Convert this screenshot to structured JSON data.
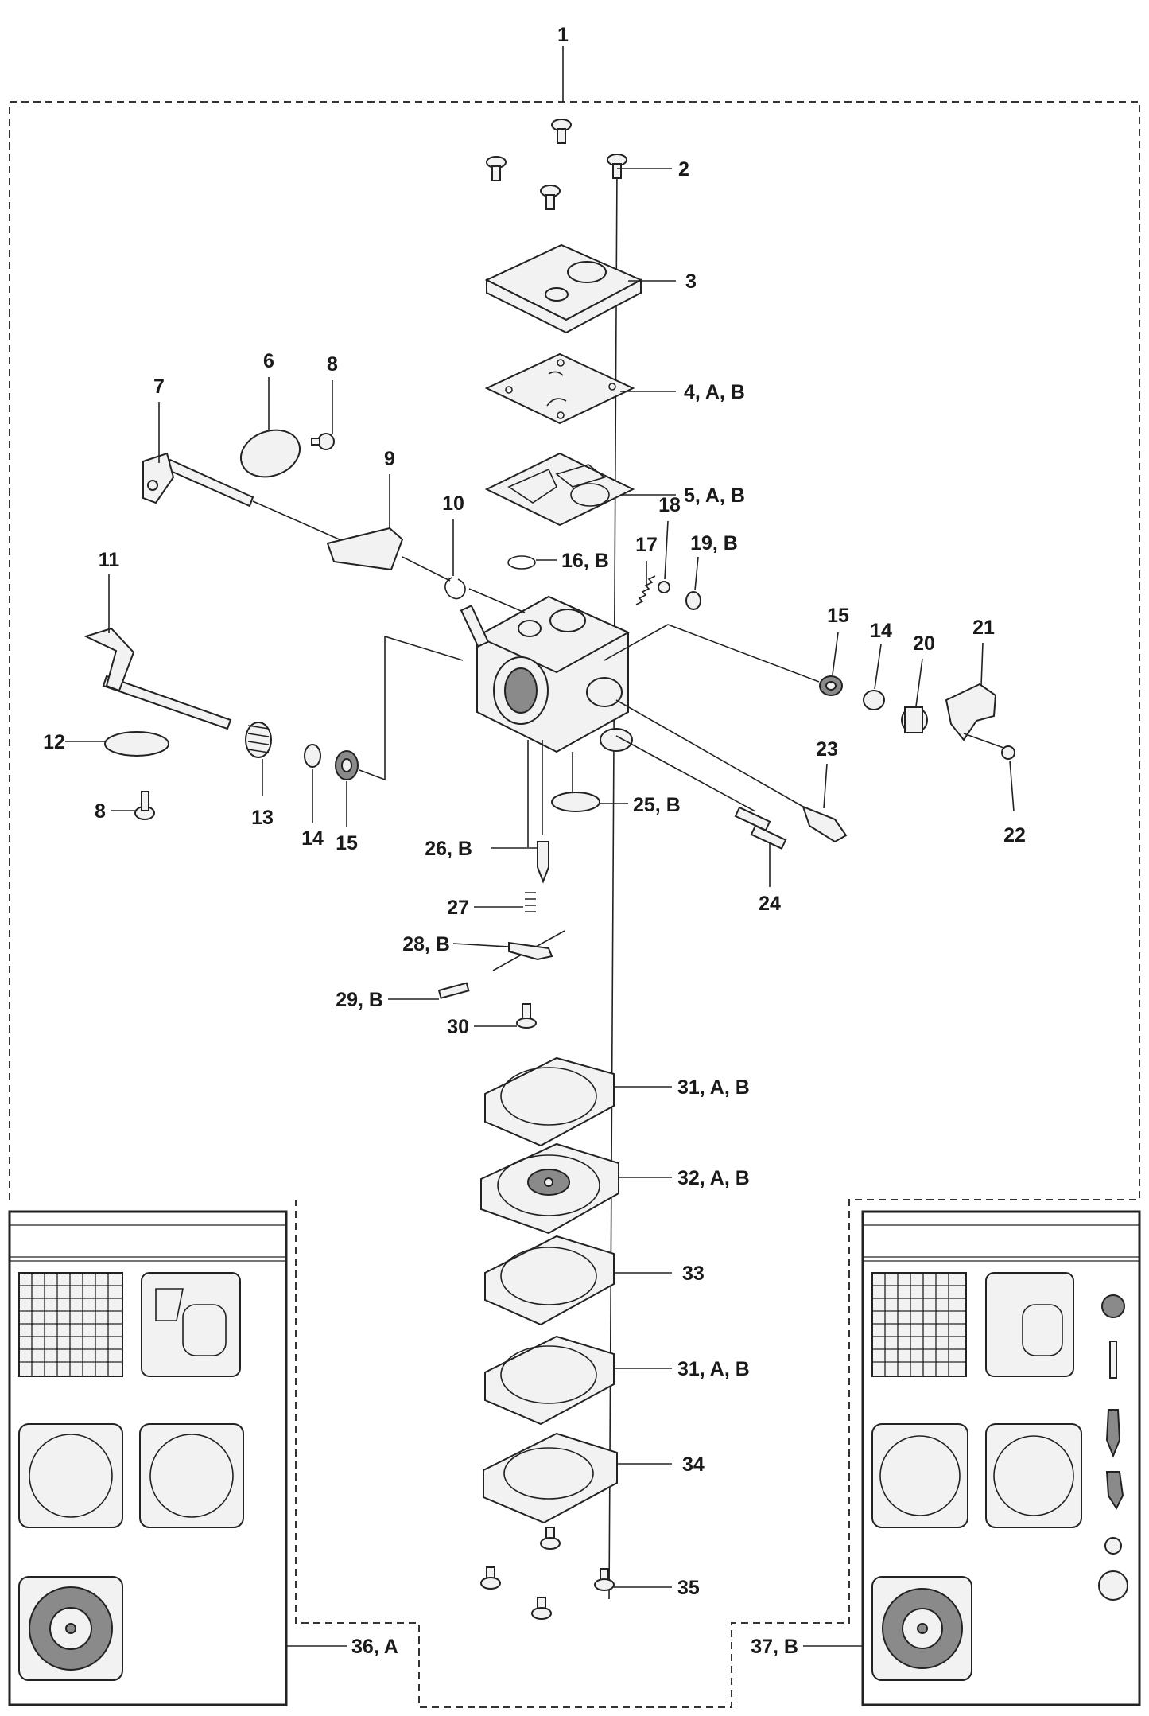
{
  "labels": {
    "l1": "1",
    "l2": "2",
    "l3": "3",
    "l4": "4, A, B",
    "l5": "5, A, B",
    "l6": "6",
    "l7": "7",
    "l8a": "8",
    "l8b": "8",
    "l9": "9",
    "l10": "10",
    "l11": "11",
    "l12": "12",
    "l13": "13",
    "l14a": "14",
    "l14b": "14",
    "l15a": "15",
    "l15b": "15",
    "l16": "16, B",
    "l17": "17",
    "l18": "18",
    "l19": "19, B",
    "l20": "20",
    "l21": "21",
    "l22": "22",
    "l23": "23",
    "l24": "24",
    "l25": "25, B",
    "l26": "26, B",
    "l27": "27",
    "l28": "28, B",
    "l29": "29, B",
    "l30": "30",
    "l31a": "31, A, B",
    "l31b": "31, A, B",
    "l32": "32, A, B",
    "l33": "33",
    "l34": "34",
    "l35": "35",
    "l36": "36, A",
    "l37": "37, B"
  }
}
